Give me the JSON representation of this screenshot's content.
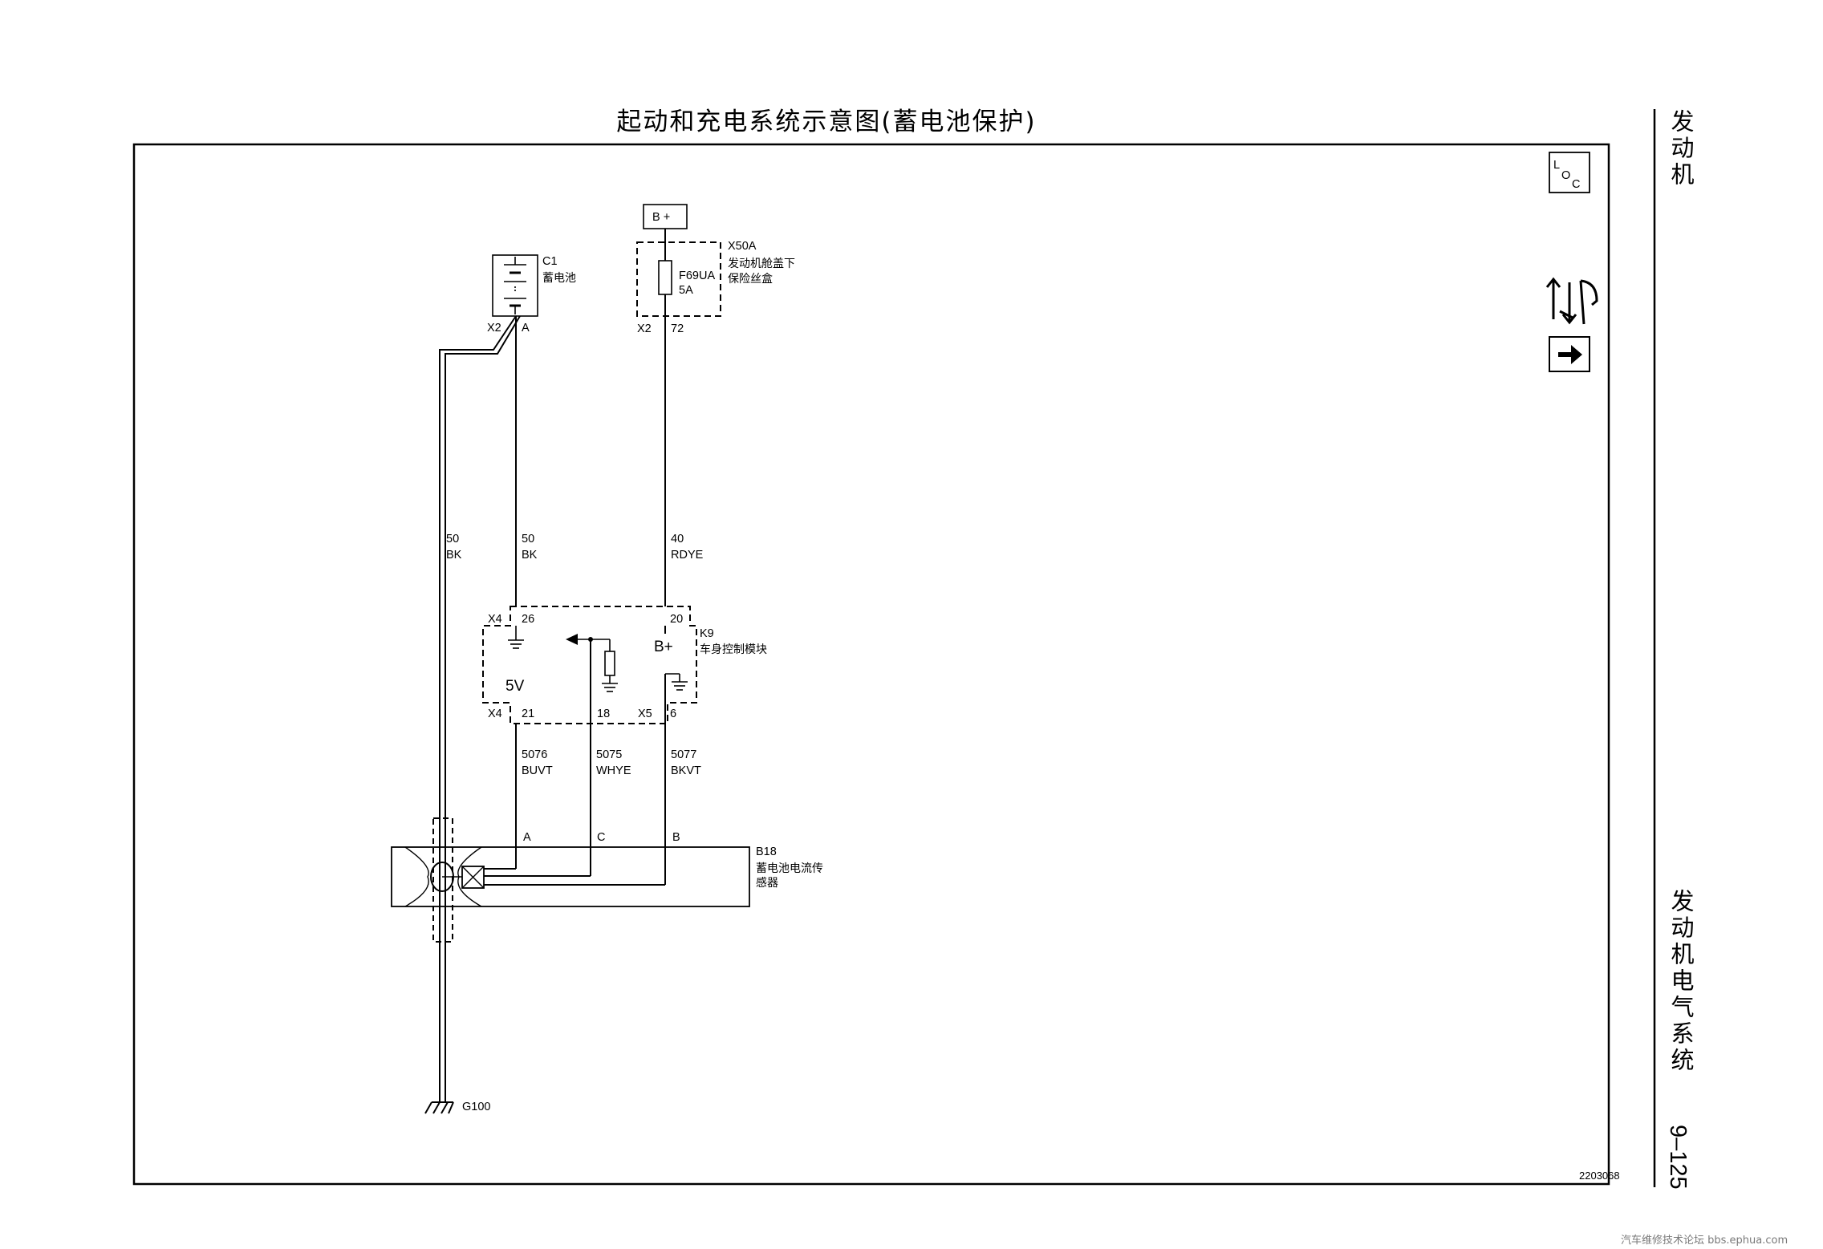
{
  "page": {
    "title": "起动和充电系统示意图(蓄电池保护)",
    "side_top": "发动机",
    "side_bottom": "发动机电气系统",
    "page_number": "9–125",
    "figure_id": "2203068",
    "watermark": "汽车维修技术论坛 bbs.ephua.com"
  },
  "icons": {
    "loc": {
      "l": "L",
      "o": "O",
      "c": "C"
    }
  },
  "components": {
    "battery": {
      "ref": "C1",
      "name": "蓄电池",
      "pins": {
        "neg": "X2",
        "pos": "A"
      }
    },
    "bplus": {
      "label": "B +"
    },
    "fuse_block": {
      "ref": "X50A",
      "name_line1": "发动机舱盖下",
      "name_line2": "保险丝盒",
      "fuse": "F69UA",
      "rating": "5A",
      "connector": "X2",
      "pin": "72"
    },
    "bcm": {
      "ref": "K9",
      "name": "车身控制模块",
      "supply_label": "B+",
      "ref_voltage": "5V",
      "connector_top": "X4",
      "pin_top_1": "26",
      "pin_top_2": "20",
      "connector_bottom_1": "X4",
      "pin_bottom_1": "21",
      "pin_bottom_2": "18",
      "connector_bottom_2": "X5",
      "pin_bottom_3": "6"
    },
    "sensor": {
      "ref": "B18",
      "name_line1": "蓄电池电流传",
      "name_line2": "感器",
      "pins": {
        "a": "A",
        "c": "C",
        "b": "B"
      }
    },
    "ground": {
      "ref": "G100"
    }
  },
  "wires": [
    {
      "gauge": "50",
      "color": "BK"
    },
    {
      "gauge": "50",
      "color": "BK"
    },
    {
      "gauge": "40",
      "color": "RDYE"
    },
    {
      "gauge": "5076",
      "color": "BUVT"
    },
    {
      "gauge": "5075",
      "color": "WHYE"
    },
    {
      "gauge": "5077",
      "color": "BKVT"
    }
  ]
}
